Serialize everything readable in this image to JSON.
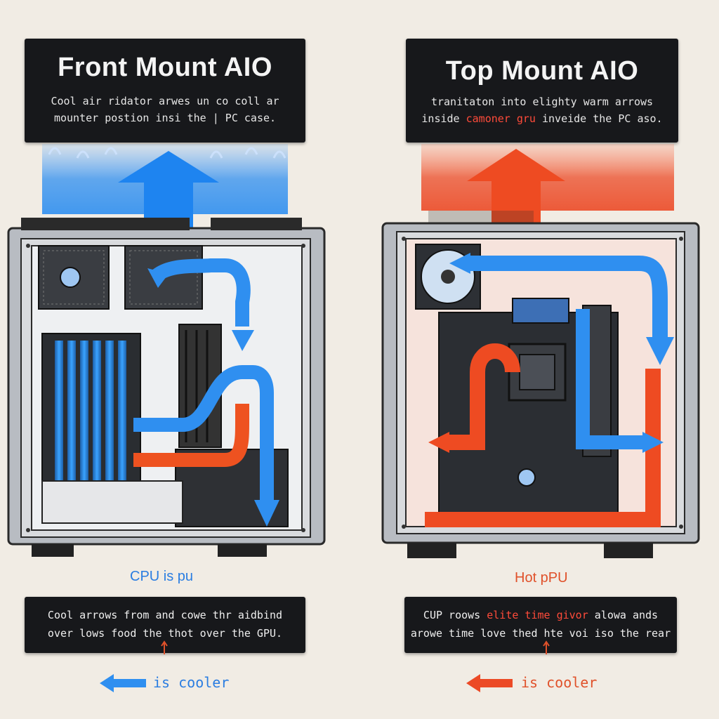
{
  "left": {
    "title": "Front Mount AIO",
    "desc_line1": "Cool air ridator arwes un co coll ar",
    "desc_line2": "mounter postion insi the | PC case.",
    "cpu_label": "CPU is pu",
    "caption_line1": "Cool arrows from and cowe thr aidbind",
    "caption_line2": "over lows food the thot over the GPU.",
    "legend": "is cooler",
    "color": "#2f8ff0"
  },
  "right": {
    "title": "Top Mount AIO",
    "desc_line1": "tranitaton into elighty warm arrows",
    "desc_line2_part1": "inside",
    "desc_line2_red": "camoner gru",
    "desc_line2_part2": "inveide the PC aso.",
    "cpu_label": "Hot pPU",
    "caption_line1_part1": "CUP roows",
    "caption_line1_red": "elite time givor",
    "caption_line1_part2": "alowa ands",
    "caption_line2": "arowe time love thed hte voi iso the rear",
    "legend": "is cooler",
    "color": "#ec4a26"
  }
}
